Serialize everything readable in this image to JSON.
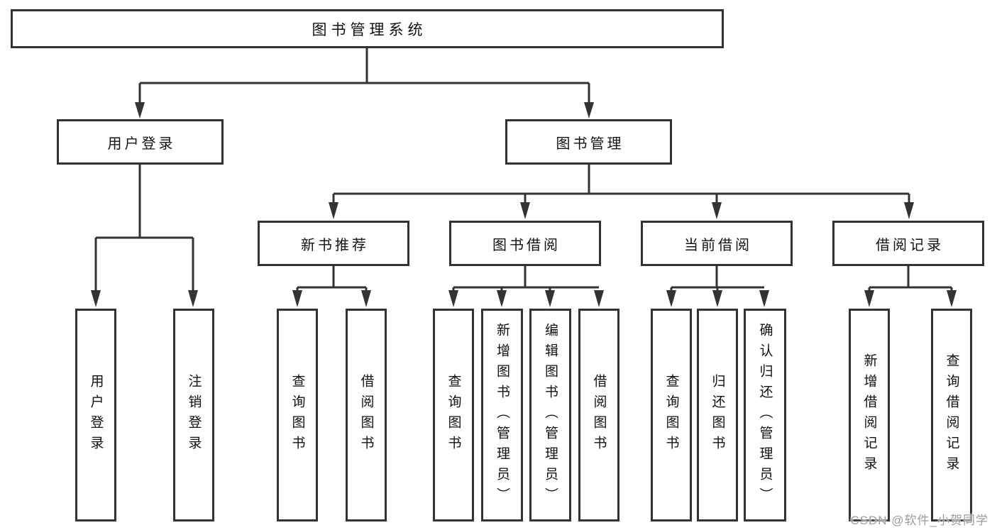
{
  "tree": {
    "root": {
      "label": "图书管理系统"
    },
    "level2": [
      {
        "label": "用户登录",
        "children": [
          {
            "label": "用户登录"
          },
          {
            "label": "注销登录"
          }
        ]
      },
      {
        "label": "图书管理",
        "children": [
          {
            "label": "新书推荐",
            "children": [
              {
                "label": "查询图书"
              },
              {
                "label": "借阅图书"
              }
            ]
          },
          {
            "label": "图书借阅",
            "children": [
              {
                "label": "查询图书"
              },
              {
                "label": "新增图书（管理员）"
              },
              {
                "label": "编辑图书（管理员）"
              },
              {
                "label": "借阅图书"
              }
            ]
          },
          {
            "label": "当前借阅",
            "children": [
              {
                "label": "查询图书"
              },
              {
                "label": "归还图书"
              },
              {
                "label": "确认归还（管理员）"
              }
            ]
          },
          {
            "label": "借阅记录",
            "children": [
              {
                "label": "新增借阅记录"
              },
              {
                "label": "查询借阅记录"
              }
            ]
          }
        ]
      }
    ]
  },
  "watermark": "CSDN @软件_小贺同学",
  "colors": {
    "line": "#333333",
    "box_border": "#333333",
    "box_fill": "#ffffff",
    "text": "#111111",
    "watermark": "#9c9c9c"
  }
}
